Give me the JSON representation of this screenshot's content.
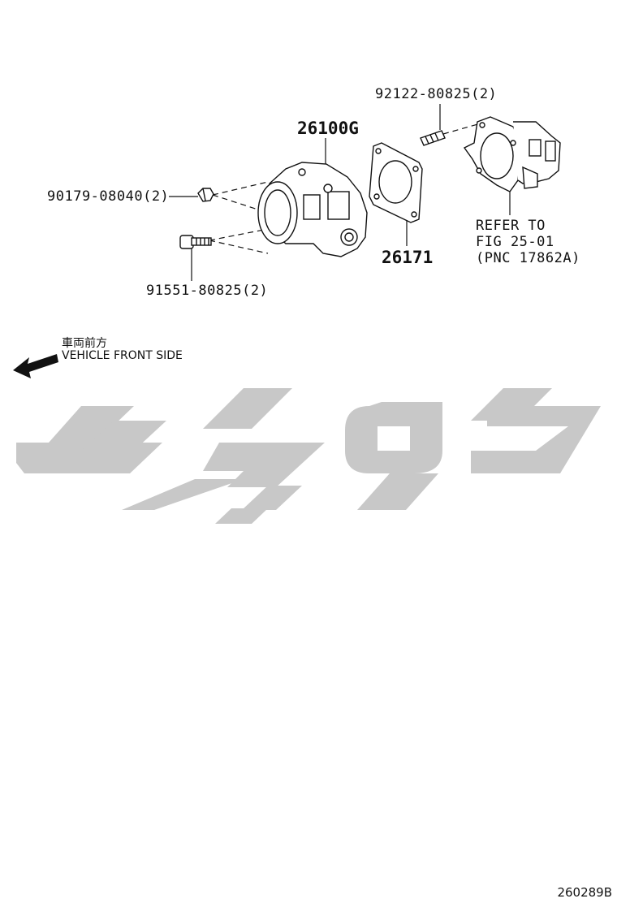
{
  "parts": {
    "stud": "92122-80825(2)",
    "throttle_body": "26100G",
    "gasket": "26171",
    "nut": "90179-08040(2)",
    "bolt": "91551-80825(2)"
  },
  "reference": {
    "line1": "REFER TO",
    "line2": "FIG 25-01",
    "line3": "(PNC 17862A)"
  },
  "direction": {
    "japanese": "車両前方",
    "english": "VEHICLE FRONT SIDE"
  },
  "watermark": "تویوتا",
  "diagram_code": "260289B",
  "colors": {
    "line": "#111111",
    "watermark": "#c8c8c8"
  }
}
